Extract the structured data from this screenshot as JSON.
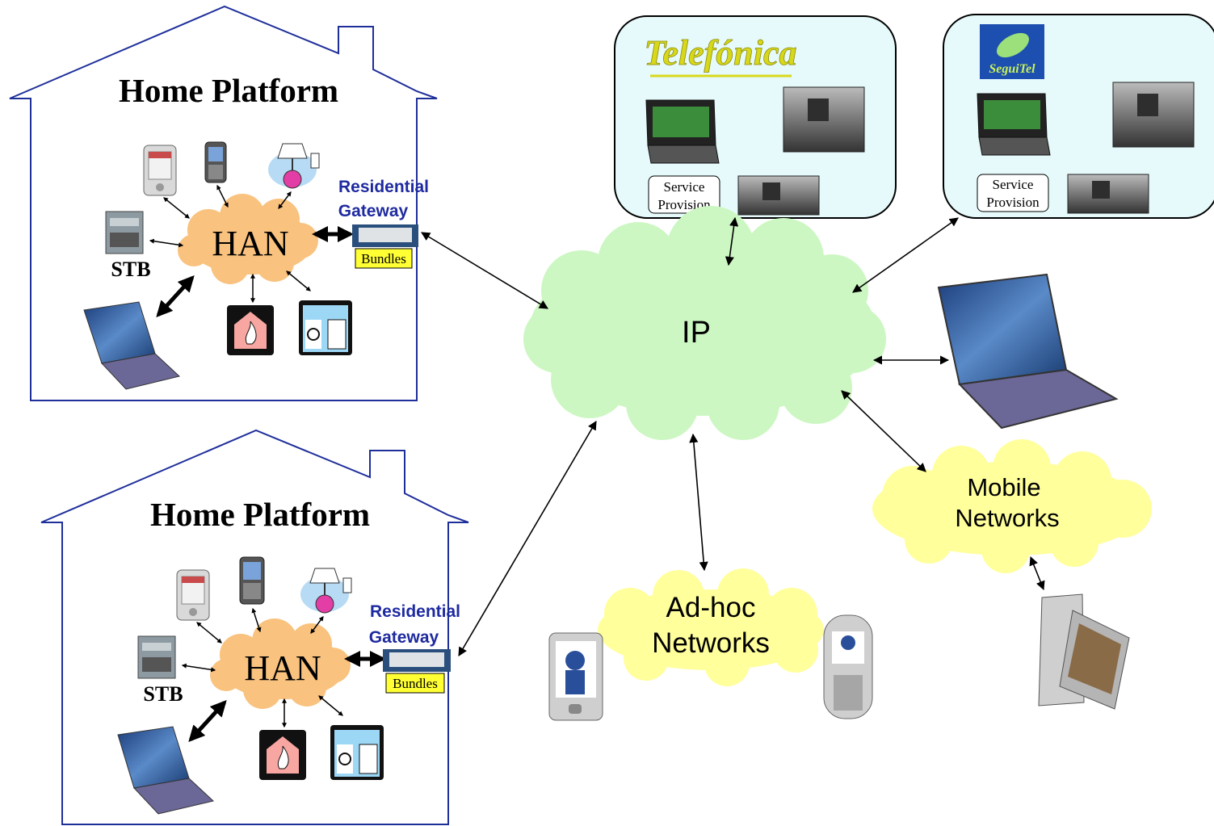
{
  "home_platforms": [
    {
      "title": "Home Platform",
      "han_label": "HAN",
      "stb_label": "STB",
      "gateway_label_line1": "Residential",
      "gateway_label_line2": "Gateway",
      "bundles_label": "Bundles"
    },
    {
      "title": "Home Platform",
      "han_label": "HAN",
      "stb_label": "STB",
      "gateway_label_line1": "Residential",
      "gateway_label_line2": "Gateway",
      "bundles_label": "Bundles"
    }
  ],
  "ip_cloud": {
    "label": "IP"
  },
  "mobile_cloud": {
    "line1": "Mobile",
    "line2": "Networks"
  },
  "adhoc_cloud": {
    "line1": "Ad-hoc",
    "line2": "Networks"
  },
  "providers": [
    {
      "logo_text": "Telefónica",
      "service_line1": "Service",
      "service_line2": "Provision"
    },
    {
      "logo_text": "SeguiTel",
      "service_line1": "Service",
      "service_line2": "Provision"
    }
  ],
  "colors": {
    "house_outline": "#1f2f9a",
    "gateway_text": "#1e2aa0",
    "han_cloud": "#f9c27e",
    "ip_cloud": "#ccf7c2",
    "mobile_cloud": "#ffff9c",
    "provider_box": "#e6fafb",
    "bundles_bg": "#ffff33"
  }
}
